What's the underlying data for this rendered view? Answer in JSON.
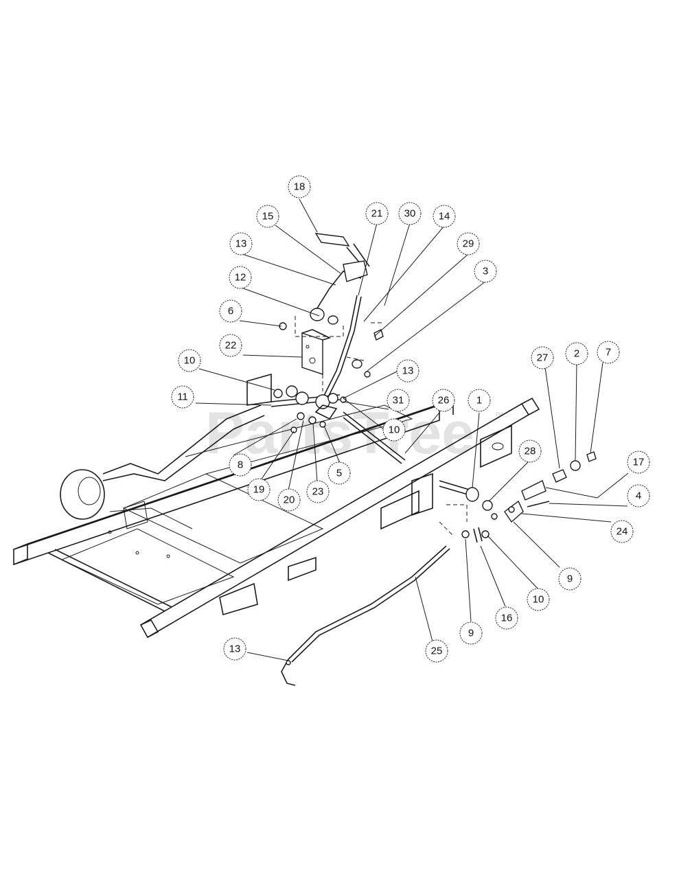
{
  "watermark": {
    "text": "PartsTree",
    "tm": "™"
  },
  "callouts": [
    "18",
    "15",
    "21",
    "30",
    "14",
    "29",
    "13",
    "12",
    "3",
    "6",
    "22",
    "13",
    "10",
    "11",
    "31",
    "10",
    "26",
    "1",
    "8",
    "5",
    "19",
    "20",
    "23",
    "27",
    "2",
    "7",
    "28",
    "17",
    "4",
    "24",
    "9",
    "10",
    "16",
    "9",
    "25",
    "13"
  ]
}
